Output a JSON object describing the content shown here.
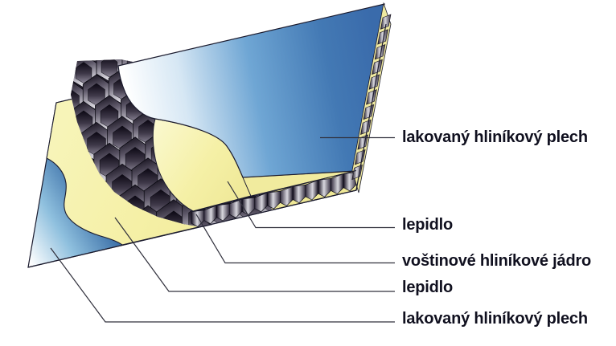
{
  "diagram": {
    "title": "honeycomb sandwich panel cutaway",
    "labels": {
      "top_sheet": "lakovaný hliníkový plech",
      "top_adhesive": "lepidlo",
      "core": "voštinové hliníkové jádro",
      "bottom_adhesive": "lepidlo",
      "bottom_sheet": "lakovaný hliníkový plech"
    },
    "colors": {
      "sheet_blue_deep": "#3a6bab",
      "sheet_blue_mid": "#6fa6d4",
      "sheet_highlight": "#ffffff",
      "adhesive_yellow": "#f3eea2",
      "adhesive_yellow_light": "#faf8cd",
      "core_dark": "#231d2e",
      "core_light": "#d9d8df",
      "outline": "#1b1b2e",
      "label_text": "#10101f",
      "background": "#ffffff"
    }
  }
}
